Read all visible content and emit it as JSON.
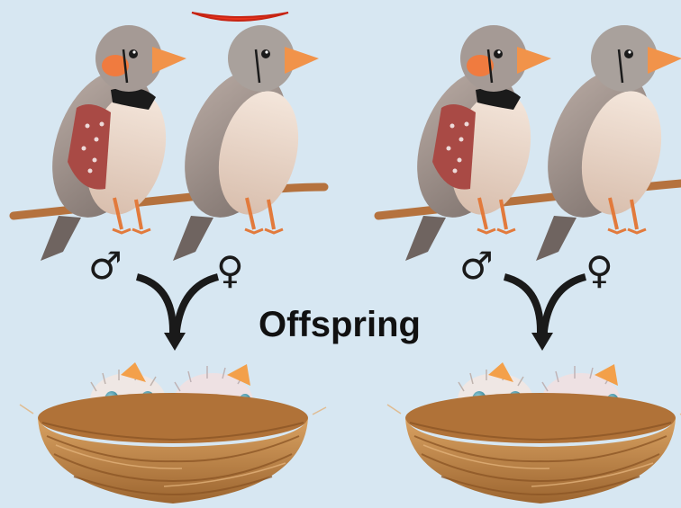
{
  "center_label": "Offspring",
  "symbols": {
    "male": "♂",
    "female": "♀"
  },
  "colors": {
    "background": "#d7e7f2",
    "branch": "#b5723e",
    "male_cheek": "#f07b3f",
    "female_headband": "#e8341e",
    "beak": "#f1934a",
    "nest": "#c98b48",
    "arrow": "#1a1a1a"
  },
  "groups": [
    {
      "name": "left-group",
      "female_marker": "red-headband-marker",
      "nest_chicks": 2
    },
    {
      "name": "right-group",
      "female_marker": "none",
      "nest_chicks": 2
    }
  ]
}
